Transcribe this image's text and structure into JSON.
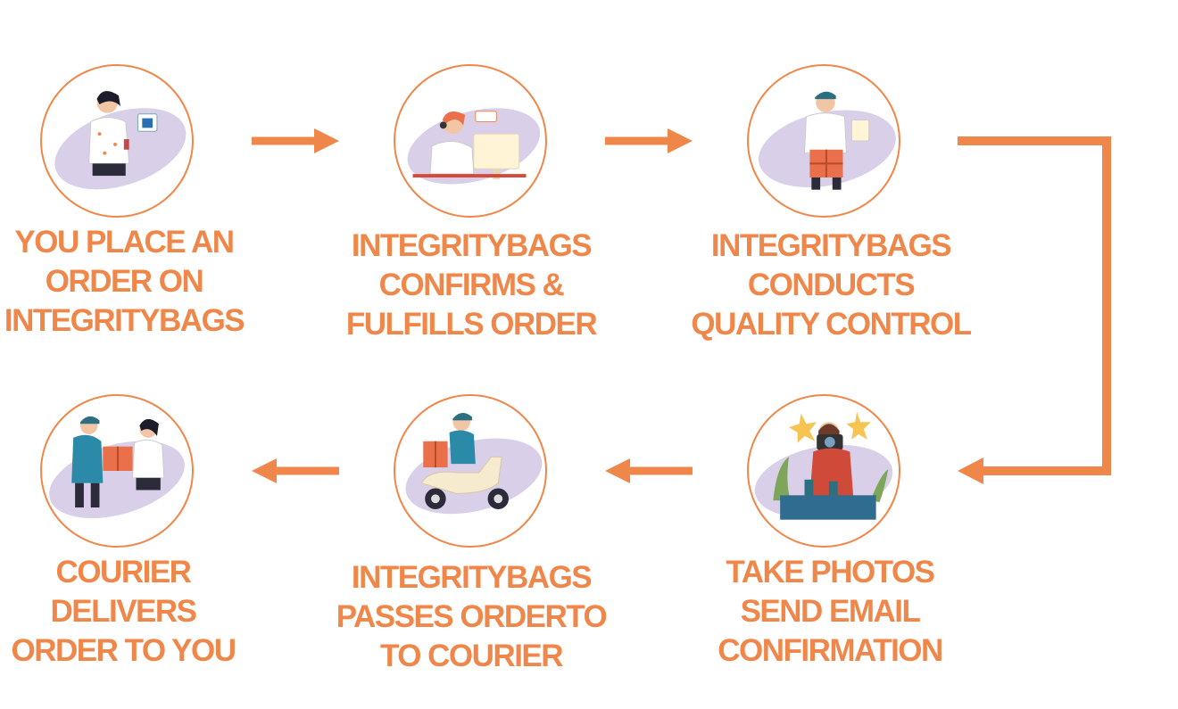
{
  "accent_color": "#f0874a",
  "blob_color": "#d9cfe9",
  "steps": [
    {
      "id": 1,
      "icon": "woman-shopping-on-phone-icon",
      "label_lines": [
        "YOU PLACE AN",
        "ORDER ON",
        "INTEGRITYBAGS"
      ]
    },
    {
      "id": 2,
      "icon": "customer-support-agent-icon",
      "label_lines": [
        "INTEGRITYBAGS",
        "CONFIRMS &",
        "FULFILLS ORDER"
      ]
    },
    {
      "id": 3,
      "icon": "quality-inspector-icon",
      "label_lines": [
        "INTEGRITYBAGS",
        "CONDUCTS",
        "QUALITY CONTROL"
      ]
    },
    {
      "id": 4,
      "icon": "photographer-camera-icon",
      "label_lines": [
        "TAKE PHOTOS",
        "SEND EMAIL",
        "CONFIRMATION"
      ]
    },
    {
      "id": 5,
      "icon": "scooter-courier-icon",
      "label_lines": [
        "INTEGRITYBAGS",
        "PASSES ORDERTO",
        "TO COURIER"
      ]
    },
    {
      "id": 6,
      "icon": "package-handover-icon",
      "label_lines": [
        "COURIER",
        "DELIVERS",
        "ORDER TO YOU"
      ]
    }
  ]
}
